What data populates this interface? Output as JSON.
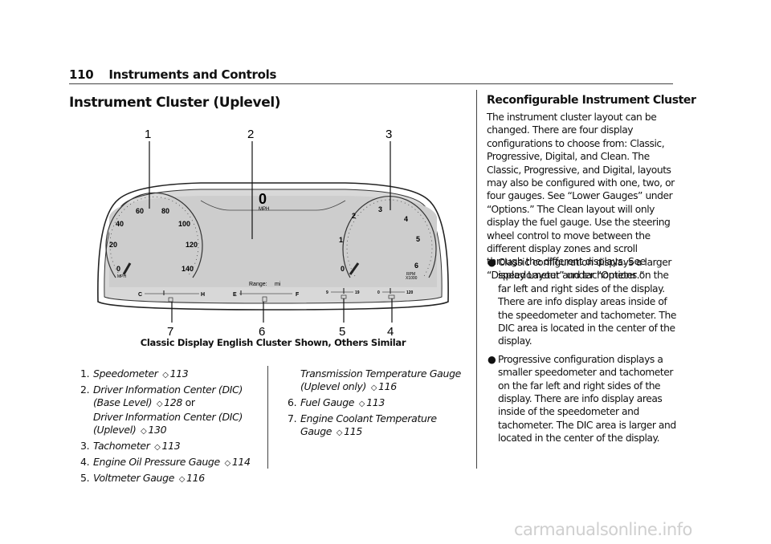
{
  "header": {
    "page_number": "110",
    "section": "Instruments and Controls"
  },
  "title": "Instrument Cluster (Uplevel)",
  "figure": {
    "callouts_top": [
      "1",
      "2",
      "3"
    ],
    "callouts_bottom": [
      "7",
      "6",
      "5",
      "4"
    ],
    "speedo_ticks": [
      "0",
      "20",
      "40",
      "60",
      "80",
      "100",
      "120",
      "140"
    ],
    "speedo_unit": "MPH",
    "tach_ticks": [
      "0",
      "1",
      "2",
      "3",
      "4",
      "5",
      "6"
    ],
    "tach_unit": "RPM",
    "tach_multiplier": "X1000",
    "center_speed": "0",
    "center_unit": "MPH",
    "range_label": "Range:",
    "range_unit": "mi",
    "coolant_low": "C",
    "coolant_high": "H",
    "fuel_empty": "E",
    "fuel_full": "F",
    "volt_low": "9",
    "volt_high": "19",
    "oil_low": "0",
    "oil_high": "120"
  },
  "caption": "Classic Display English Cluster Shown, Others Similar",
  "list_left": [
    {
      "num": "1.",
      "text": "Speedometer",
      "ref": "113"
    },
    {
      "num": "2.",
      "text": "Driver Information Center (DIC) (Base Level)",
      "ref": "128",
      "tail": "or",
      "text2": "Driver Information Center (DIC) (Uplevel)",
      "ref2": "130"
    },
    {
      "num": "3.",
      "text": "Tachometer",
      "ref": "113"
    },
    {
      "num": "4.",
      "text": "Engine Oil Pressure Gauge",
      "ref": "114"
    },
    {
      "num": "5.",
      "text": "Voltmeter Gauge",
      "ref": "116"
    }
  ],
  "list_right": [
    {
      "num": "",
      "text": "Transmission Temperature Gauge (Uplevel only)",
      "ref": "116"
    },
    {
      "num": "6.",
      "text": "Fuel Gauge",
      "ref": "113"
    },
    {
      "num": "7.",
      "text": "Engine Coolant Temperature Gauge",
      "ref": "115"
    }
  ],
  "ref_symbol": "◇",
  "section2": {
    "heading": "Reconfigurable Instrument Cluster",
    "paragraph": "The instrument cluster layout can be changed. There are four display configurations to choose from: Classic, Progressive, Digital, and Clean. The Classic, Progressive, and Digital, layouts may also be configured with one, two, or four gauges. See “Lower Gauges” under “Options.” The Clean layout will only display the fuel gauge. Use the steering wheel control to move between the different display zones and scroll through the different displays. See “Display Layout” under “Options.”",
    "bullets": [
      "Classic configuration displays a larger speedometer and tachometer on the far left and right sides of the display. There are info display areas inside of the speedometer and tachometer. The DIC area is located in the center of the display.",
      "Progressive configuration displays a smaller speedometer and tachometer on the far left and right sides of the display. There are info display areas inside of the speedometer and tachometer. The DIC area is larger and located in the center of the display."
    ],
    "bullet_glyph": "●"
  },
  "watermark": "carmanualsonline.info"
}
